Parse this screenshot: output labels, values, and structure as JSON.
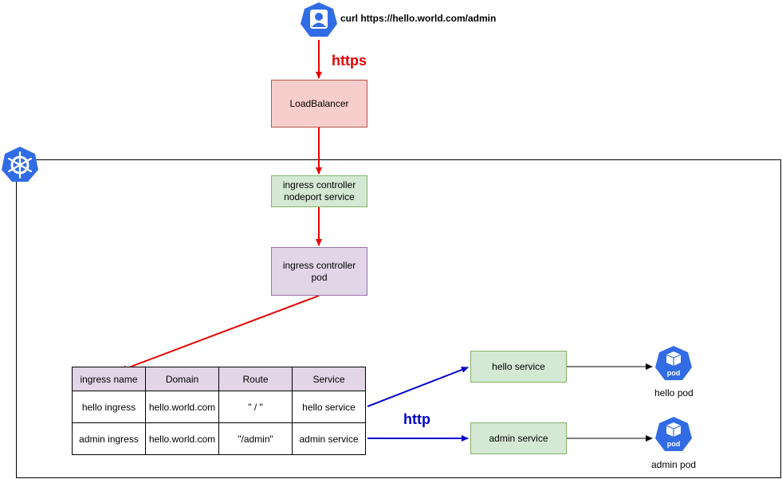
{
  "user": {
    "command": "curl https://hello.world.com/admin"
  },
  "labels": {
    "https": "https",
    "http": "http"
  },
  "nodes": {
    "loadbalancer": "LoadBalancer",
    "nodeport": "ingress controller\nnodeport service",
    "controller_pod": "ingress controller\npod",
    "hello_service": "hello service",
    "admin_service": "admin service"
  },
  "table": {
    "headers": [
      "ingress name",
      "Domain",
      "Route",
      "Service"
    ],
    "rows": [
      [
        "hello ingress",
        "hello.world.com",
        "\" / \"",
        "hello service"
      ],
      [
        "admin ingress",
        "hello.world.com",
        "\"/admin\"",
        "admin service"
      ]
    ]
  },
  "pods": {
    "hello": "hello pod",
    "admin": "admin pod",
    "icon_text": "pod"
  },
  "colors": {
    "red": "#e60000",
    "blue": "#0000cc",
    "k8s_blue": "#326ce5"
  }
}
